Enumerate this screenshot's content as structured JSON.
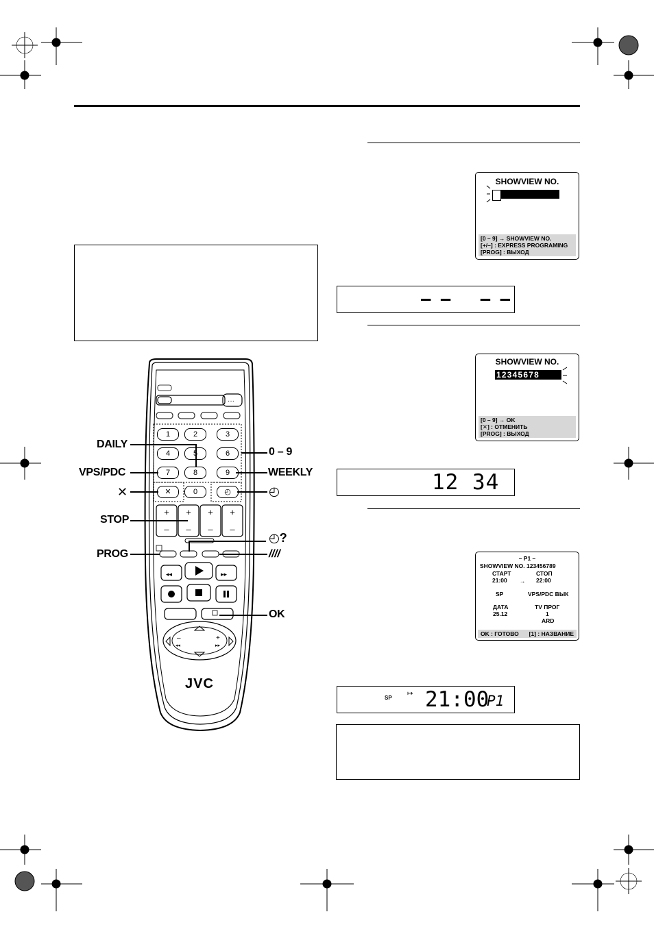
{
  "screen1": {
    "title": "SHOWVIEW NO.",
    "foot1": "[0 – 9] → SHOWVIEW NO.",
    "foot2": "[+/–] : EXPRESS PROGRAMING",
    "foot3": "[PROG] : ВЫХОД"
  },
  "lcd1": {
    "text": "– –   – –"
  },
  "screen2": {
    "title": "SHOWVIEW NO.",
    "code": "12345678",
    "foot1": "[0 – 9] → OK",
    "foot2": "[✕] : ОТМЕНИТЬ",
    "foot3": "[PROG] : ВЫХОД"
  },
  "lcd2": {
    "text": "12 34"
  },
  "screen3": {
    "program": "– P1 –",
    "showview": "SHOWVIEW NO.  123456789",
    "start_label": "СТАРТ",
    "start_time": "21:00",
    "stop_label": "СТОП",
    "stop_time": "22:00",
    "speed": "SP",
    "vps": "VPS/PDC ВЫК",
    "date_label": "ДАТА",
    "date": "25.12",
    "tv_label": "TV ПРОГ",
    "tv_num": "1",
    "tv_name": "ARD",
    "foot_left": "OK : ГОТОВО",
    "foot_right": "[1] : НАЗВАНИЕ"
  },
  "lcd3": {
    "sp": "SP",
    "time": "21:00",
    "prog": "P1"
  },
  "remote": {
    "labels": {
      "daily": "DAILY",
      "digits": "0 – 9",
      "vps": "VPS/PDC",
      "weekly": "WEEKLY",
      "cancel": "✕",
      "stop": "STOP",
      "timer_query": "?",
      "prog": "PROG",
      "ok": "OK"
    },
    "keys": [
      "1",
      "2",
      "3",
      "4",
      "5",
      "6",
      "7",
      "8",
      "9",
      "0"
    ],
    "brand": "JVC"
  }
}
